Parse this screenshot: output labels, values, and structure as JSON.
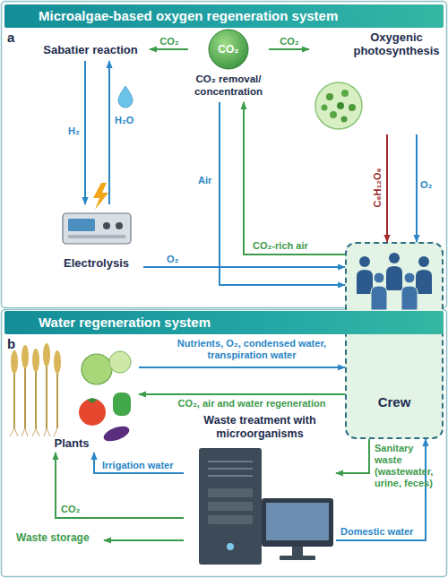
{
  "diagram": {
    "nodes": [
      {
        "text": [
          "Microalgae-based oxygen regeneration system"
        ]
      },
      {
        "text": [
          "Sabatier reaction"
        ]
      },
      {
        "text": [
          "CO₂",
          "CO₂ removal/ concentration"
        ]
      },
      {
        "text": [
          "Oxygenic photosynthesis"
        ]
      },
      {
        "text": [
          "Electrolysis"
        ]
      },
      {
        "text": [
          "Crew"
        ]
      },
      {
        "text": [
          "Water regeneration system"
        ]
      },
      {
        "text": [
          "Plants"
        ]
      },
      {
        "text": [
          "Waste treatment with microorganisms"
        ]
      },
      {
        "text": [
          "Waste storage"
        ]
      }
    ],
    "edges": [
      {
        "from": 2,
        "to": 1,
        "label": "CO₂",
        "arrow": "to"
      },
      {
        "from": 2,
        "to": 3,
        "label": "CO₂",
        "arrow": "to"
      },
      {
        "from": 1,
        "to": 4,
        "label": "H₂",
        "arrow": "to"
      },
      {
        "from": 4,
        "to": 1,
        "label": "H₂O",
        "arrow": "to"
      },
      {
        "from": 4,
        "to": 5,
        "label": "O₂",
        "arrow": "to"
      },
      {
        "from": 2,
        "to": 5,
        "label": "Air",
        "arrow": "to"
      },
      {
        "from": 5,
        "to": 2,
        "label": "CO₂-rich air",
        "arrow": "to"
      },
      {
        "from": 3,
        "to": 5,
        "label": "C₆H₁₂O₆",
        "arrow": "to"
      },
      {
        "from": 3,
        "to": 5,
        "label": "O₂",
        "arrow": "to"
      },
      {
        "from": 7,
        "to": 5,
        "label": "Nutrients, O₂, condensed water, transpiration water",
        "arrow": "to"
      },
      {
        "from": 5,
        "to": 7,
        "label": "CO₂, air and water regeneration",
        "arrow": "to"
      },
      {
        "from": 5,
        "to": 8,
        "label": "Sanitary waste (wastewater, urine, feces)",
        "arrow": "to"
      },
      {
        "from": 8,
        "to": 5,
        "label": "Domestic water",
        "arrow": "to"
      },
      {
        "from": 8,
        "to": 7,
        "label": "Irrigation water",
        "arrow": "to"
      },
      {
        "from": 8,
        "to": 7,
        "label": "CO₂",
        "arrow": "to"
      },
      {
        "from": 8,
        "to": 9,
        "arrow": "to"
      }
    ],
    "labels": [
      "a",
      "b"
    ]
  }
}
